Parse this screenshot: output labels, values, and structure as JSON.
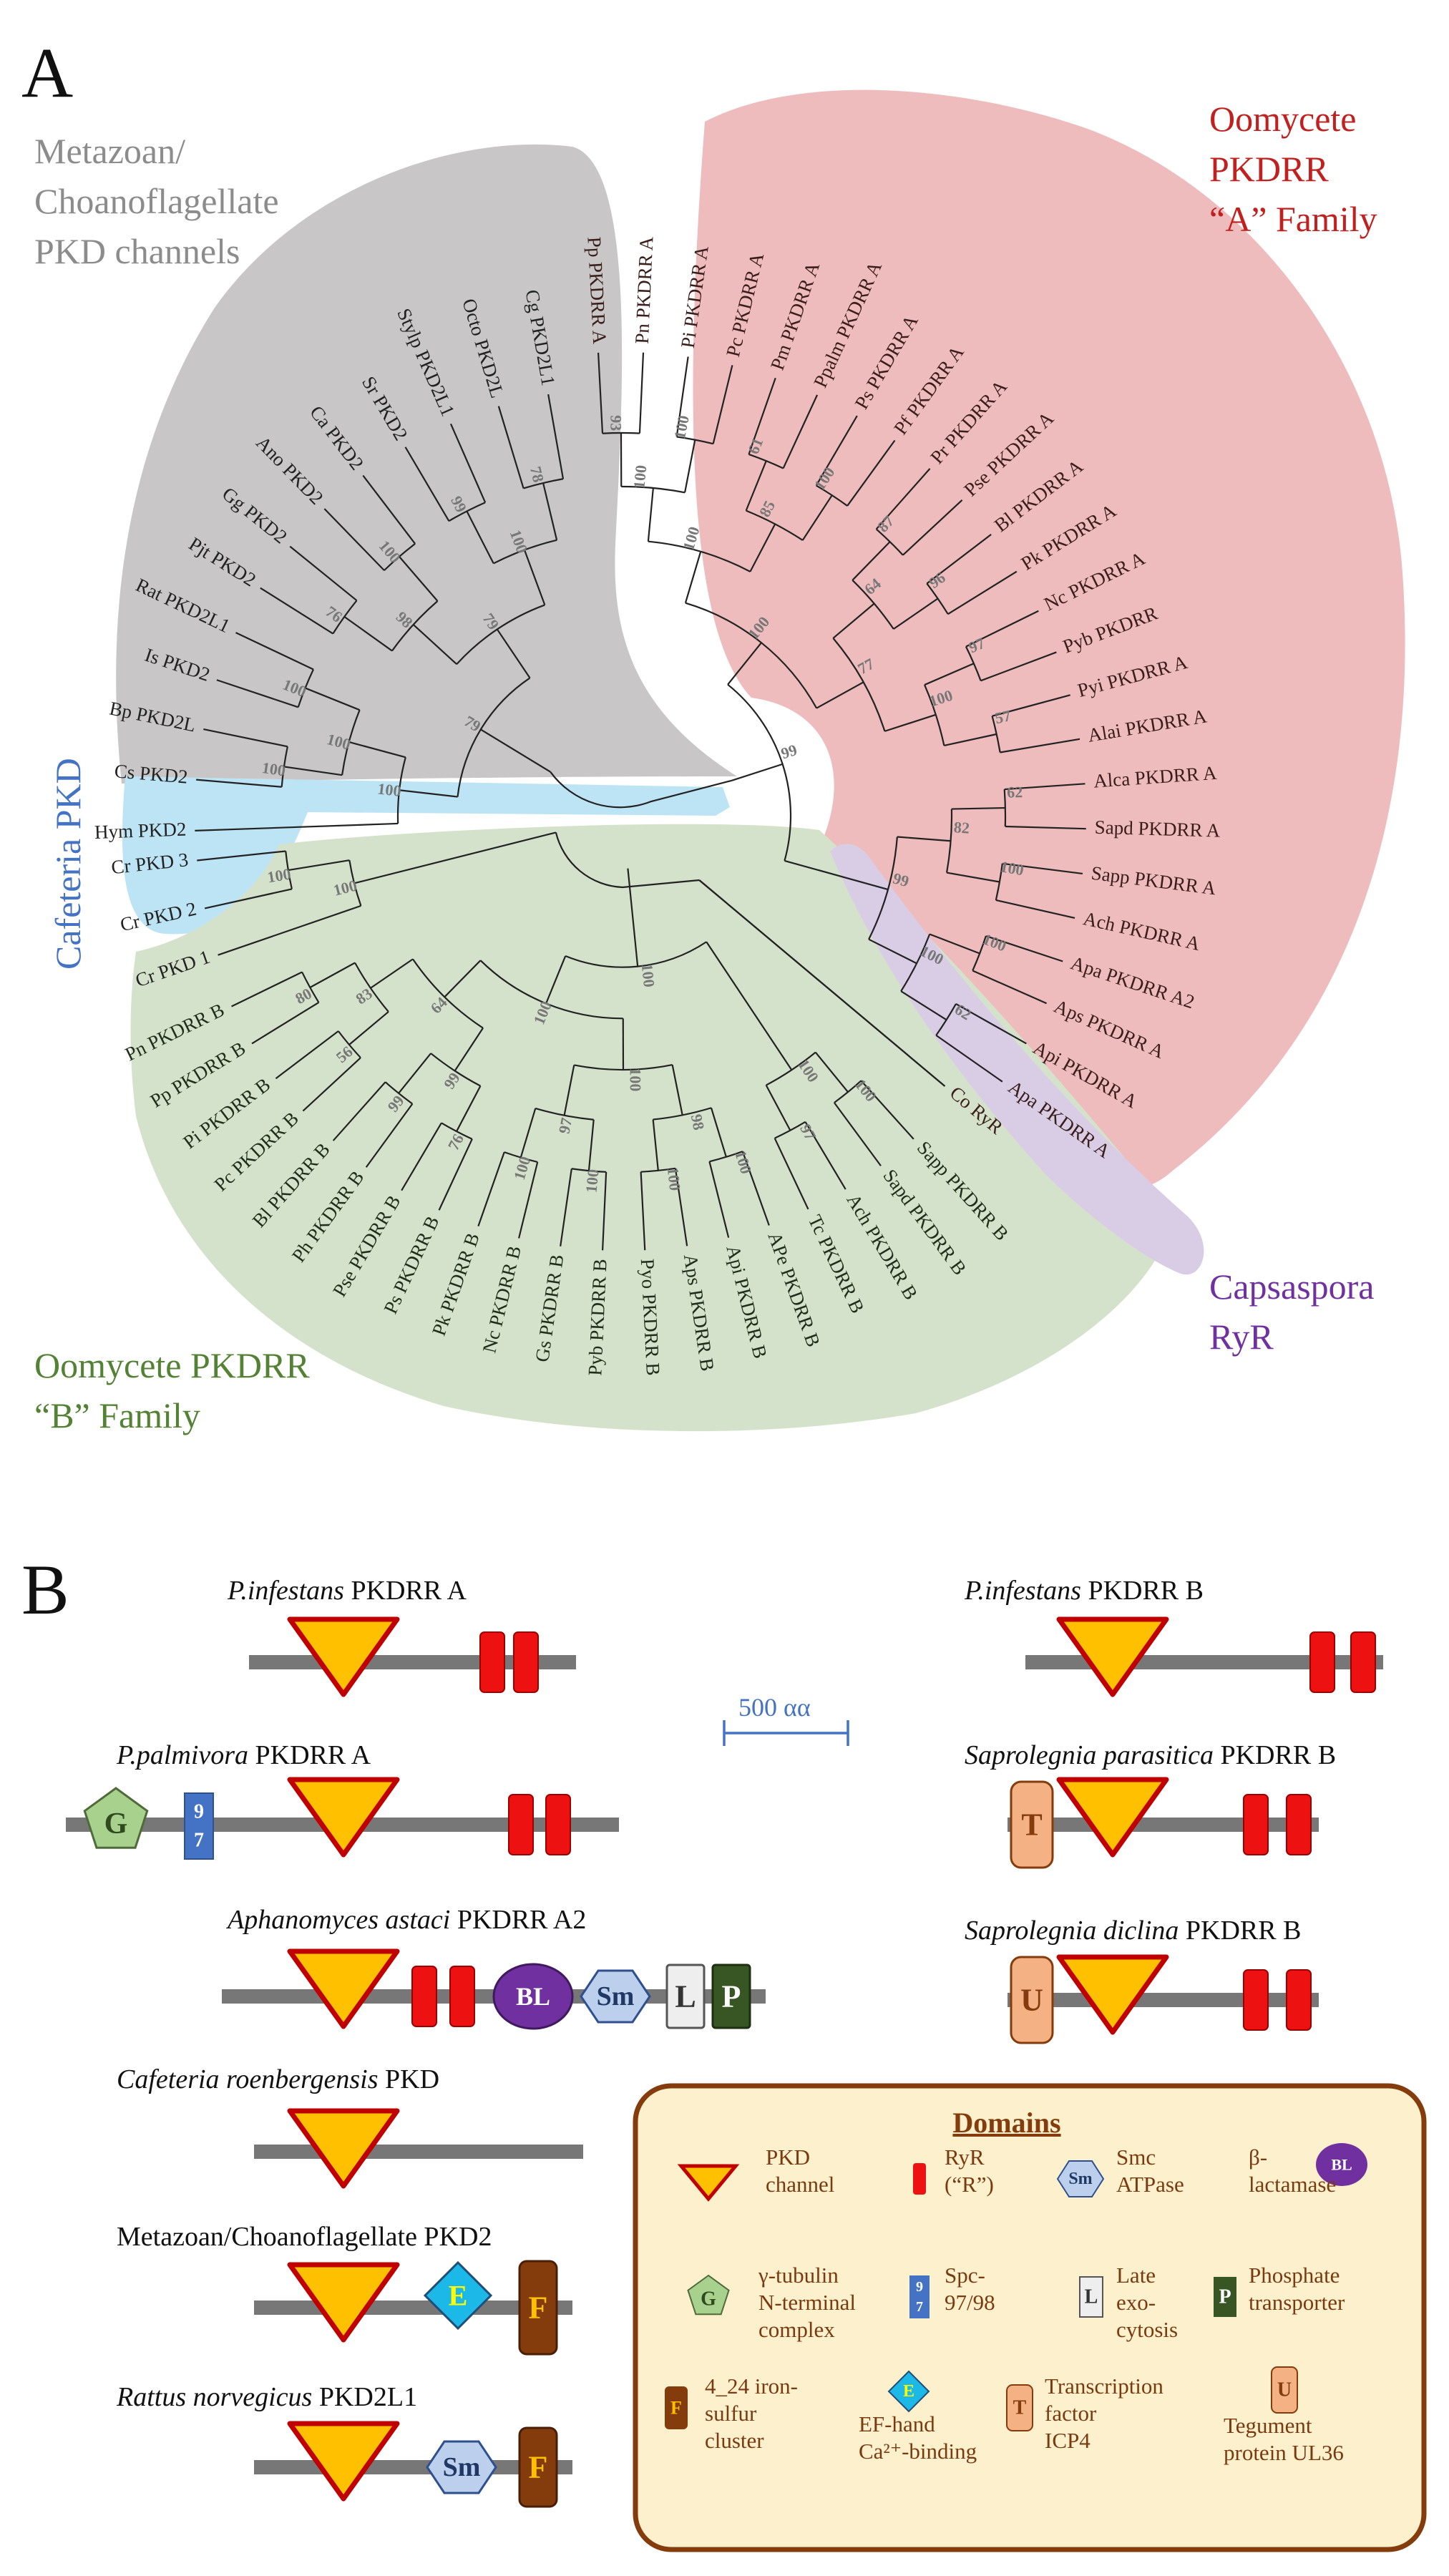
{
  "panel_a": {
    "label": "A",
    "groups": {
      "metazoan": [
        "Metazoan/",
        "Choanoflagellate",
        "PKD channels"
      ],
      "oomycete_a": [
        "Oomycete",
        "PKDRR",
        "“A” Family"
      ],
      "cafeteria": "Cafeteria PKD",
      "oomycete_b": [
        "Oomycete PKDRR",
        "“B” Family"
      ],
      "capsaspora": [
        "Capsaspora",
        "RyR"
      ]
    },
    "group_colors": {
      "metazoan": "#c8c6c6",
      "oomycete_a": "#eebcbc",
      "cafeteria": "#bde4f4",
      "oomycete_b": "#d5e2cb",
      "capsaspora": "#d9cde6"
    },
    "tips": {
      "metazoan": [
        "Cg PKD2L1",
        "Octo PKD2L",
        "Stylp PKD2L1",
        "Sr PKD2",
        "Ca PKD2",
        "Ano PKD2",
        "Gg PKD2",
        "Pjt PKD2",
        "Rat PKD2L1",
        "Is PKD2",
        "Bp PKD2L",
        "Cs PKD2",
        "Hym PKD2"
      ],
      "cafeteria": [
        "Cr PKD 3",
        "Cr PKD 2",
        "Cr PKD 1"
      ],
      "oomycete_b": [
        "Pn PKDRR B",
        "Pp PKDRR B",
        "Pi PKDRR B",
        "Pc PKDRR B",
        "Bl PKDRR B",
        "Ph PKDRR B",
        "Pse PKDRR B",
        "Ps PKDRR B",
        "Pk PKDRR B",
        "Nc PKDRR B",
        "Gs PKDRR B",
        "Pyb PKDRR B",
        "Pyo PKDRR B",
        "Aps PKDRR B",
        "Api PKDRR B",
        "APe PKDRR B",
        "Tc PKDRR B",
        "Ach PKDRR B",
        "Sapd PKDRR B",
        "Sapp PKDRR B"
      ],
      "capsaspora": [
        "Co RyR"
      ],
      "oomycete_a": [
        "Pp PKDRR A",
        "Pn PKDRR A",
        "Pi PKDRR A",
        "Pc PKDRR A",
        "Pm PKDRR A",
        "Ppalm PKDRR A",
        "Ps PKDRR A",
        "Pf PKDRR A",
        "Pr PKDRR A",
        "Pse PKDRR A",
        "Bl PKDRR A",
        "Pk PKDRR A",
        "Nc PKDRR A",
        "Pyb PKDRR",
        "Pyi PKDRR A",
        "Alai PKDRR A",
        "Alca PKDRR A",
        "Sapd PKDRR A",
        "Sapp PKDRR A",
        "Ach PKDRR A",
        "Apa PKDRR A2",
        "Aps PKDRR A",
        "Api PKDRR A",
        "Apa PKDRR A"
      ]
    },
    "bootstrap": [
      "99",
      "100",
      "100",
      "100",
      "93",
      "100",
      "85",
      "61",
      "100",
      "77",
      "64",
      "87",
      "96",
      "100",
      "97",
      "57",
      "99",
      "82",
      "62",
      "100",
      "100",
      "100",
      "62",
      "79",
      "79",
      "100",
      "78",
      "99",
      "98",
      "100",
      "76",
      "100",
      "100",
      "100",
      "100",
      "100",
      "100",
      "100",
      "100",
      "64",
      "83",
      "80",
      "56",
      "99",
      "99",
      "76",
      "100",
      "97",
      "100",
      "100",
      "98",
      "100",
      "100",
      "100",
      "97",
      "100"
    ]
  },
  "panel_b": {
    "label": "B",
    "scale_bar": "500 αα",
    "proteins": [
      {
        "species": "P.infestans",
        "name": "PKDRR A"
      },
      {
        "species": "P.palmivora",
        "name": "PKDRR A"
      },
      {
        "species": "Aphanomyces astaci",
        "name": "PKDRR A2"
      },
      {
        "species": "Cafeteria roenbergensis",
        "name": "PKD"
      },
      {
        "species": "",
        "name": "Metazoan/Choanoflagellate PKD2"
      },
      {
        "species": "Rattus norvegicus",
        "name": "PKD2L1"
      },
      {
        "species": "P.infestans",
        "name": "PKDRR B"
      },
      {
        "species": "Saprolegnia parasitica",
        "name": "PKDRR B"
      },
      {
        "species": "Saprolegnia diclina",
        "name": "PKDRR B"
      }
    ],
    "glyphs": {
      "g": "G",
      "n97": [
        "9",
        "7"
      ],
      "bl": "BL",
      "sm": "Sm",
      "l": "L",
      "p": "P",
      "e": "E",
      "f": "F",
      "t": "T",
      "u": "U"
    },
    "legend": {
      "title": "Domains",
      "items": [
        {
          "key": "pkd",
          "lines": [
            "PKD",
            "channel"
          ]
        },
        {
          "key": "ryr",
          "lines": [
            "RyR",
            "(“R”)"
          ]
        },
        {
          "key": "smc",
          "lines": [
            "Smc",
            "ATPase"
          ]
        },
        {
          "key": "bl",
          "lines": [
            "β-",
            "lactamase"
          ]
        },
        {
          "key": "g",
          "lines": [
            "γ-tubulin",
            "N-terminal",
            "complex"
          ]
        },
        {
          "key": "spc",
          "lines": [
            "Spc-",
            "97/98"
          ]
        },
        {
          "key": "l",
          "lines": [
            "Late",
            "exo-",
            "cytosis"
          ]
        },
        {
          "key": "p",
          "lines": [
            "Phosphate",
            "transporter"
          ]
        },
        {
          "key": "f",
          "lines": [
            "4_24 iron-",
            "sulfur",
            "cluster"
          ]
        },
        {
          "key": "e",
          "lines": [
            "EF-hand",
            "Ca²⁺-binding"
          ]
        },
        {
          "key": "t",
          "lines": [
            "Transcription",
            "factor",
            "ICP4"
          ]
        },
        {
          "key": "u",
          "lines": [
            "Tegument",
            "protein UL36"
          ]
        }
      ]
    },
    "colors": {
      "pkd_fill": "#ffc000",
      "pkd_stroke": "#c00000",
      "ryr": "#ee1111",
      "bl": "#7030a0",
      "sm": "#bcd0ee",
      "g": "#a9d18e",
      "n97": "#4472c4",
      "p": "#375623",
      "e": "#1cb8e8",
      "f": "#843c0c",
      "t": "#f4b183",
      "legend_bg": "#fdf0cc",
      "legend_border": "#843c0c",
      "backbone": "#777777"
    }
  }
}
